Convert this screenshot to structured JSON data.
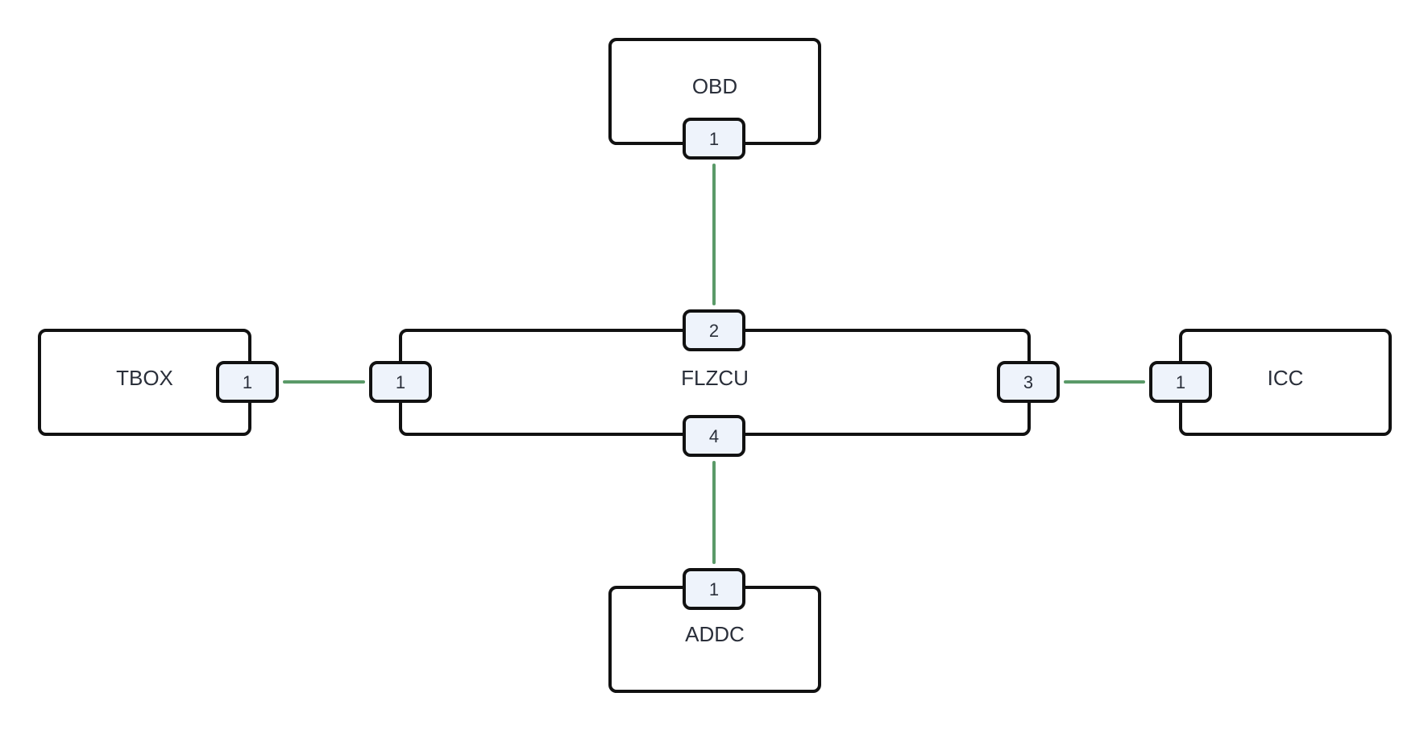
{
  "colors": {
    "node_stroke": "#111111",
    "node_fill": "#ffffff",
    "port_fill": "#eef3fb",
    "link": "#5a9a68",
    "text": "#2a2f3a"
  },
  "nodes": [
    {
      "id": "obd",
      "label": "OBD"
    },
    {
      "id": "tbox",
      "label": "TBOX"
    },
    {
      "id": "flzcu",
      "label": "FLZCU"
    },
    {
      "id": "icc",
      "label": "ICC"
    },
    {
      "id": "addc",
      "label": "ADDC"
    }
  ],
  "ports": [
    {
      "id": "obd-1",
      "node": "obd",
      "label": "1"
    },
    {
      "id": "tbox-1",
      "node": "tbox",
      "label": "1"
    },
    {
      "id": "flzcu-1",
      "node": "flzcu",
      "label": "1"
    },
    {
      "id": "flzcu-2",
      "node": "flzcu",
      "label": "2"
    },
    {
      "id": "flzcu-3",
      "node": "flzcu",
      "label": "3"
    },
    {
      "id": "flzcu-4",
      "node": "flzcu",
      "label": "4"
    },
    {
      "id": "icc-1",
      "node": "icc",
      "label": "1"
    },
    {
      "id": "addc-1",
      "node": "addc",
      "label": "1"
    }
  ],
  "links": [
    {
      "from": "obd-1",
      "to": "flzcu-2"
    },
    {
      "from": "tbox-1",
      "to": "flzcu-1"
    },
    {
      "from": "flzcu-3",
      "to": "icc-1"
    },
    {
      "from": "flzcu-4",
      "to": "addc-1"
    }
  ]
}
